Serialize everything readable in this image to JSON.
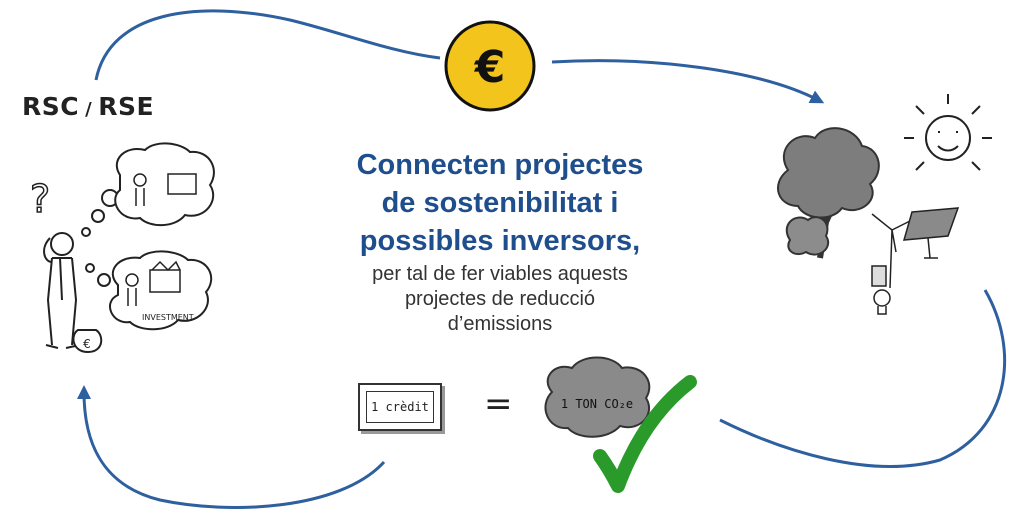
{
  "labels": {
    "rsc": "RSC",
    "separator": "/",
    "rse": "RSE"
  },
  "headline": {
    "line1": "Connecten projectes",
    "line2": "de sostenibilitat i",
    "line3": "possibles inversors",
    "comma": ","
  },
  "subtext": {
    "line1": "per tal de fer viables aquests",
    "line2": "projectes de reducció",
    "line3": "d’emissions"
  },
  "equation": {
    "credit": "1 crèdit",
    "equals": "=",
    "ton_co2e": "1 TON CO₂e"
  },
  "illustration_text": {
    "investment": "INVESTMENT",
    "coin_symbol": "€"
  },
  "colors": {
    "headline": "#1f4e8c",
    "arrows": "#2e5f9e",
    "coin": "#f2c41c",
    "check": "#2a9a2a",
    "cloud": "#8a8a8a"
  }
}
